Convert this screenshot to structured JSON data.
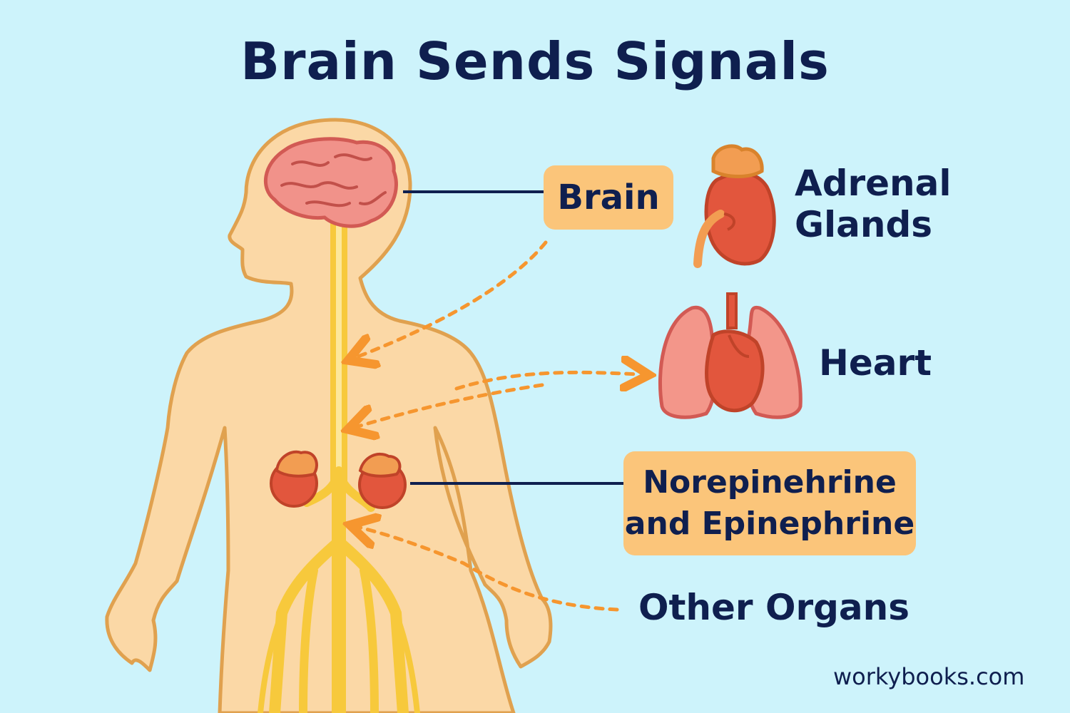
{
  "title": "Brain Sends Signals",
  "labels": {
    "brain": "Brain",
    "adrenal_line1": "Adrenal",
    "adrenal_line2": "Glands",
    "heart": "Heart",
    "hormones_line1": "Norepinehrine",
    "hormones_line2": "and Epinephrine",
    "other_organs": "Other Organs"
  },
  "credit": "workybooks.com",
  "colors": {
    "background": "#cdf3fb",
    "body_fill": "#fbd8a6",
    "body_outline": "#e0a14f",
    "nerve": "#f7c93c",
    "brain": "#f1928a",
    "organ": "#e2563d",
    "lung": "#f3968a",
    "label_box": "#fbc57a",
    "arrow": "#f6962f",
    "text": "#0f1f4f"
  },
  "icons": [
    "brain-icon",
    "kidney-adrenal-icon",
    "heart-lungs-icon",
    "adrenal-gland-icon"
  ]
}
